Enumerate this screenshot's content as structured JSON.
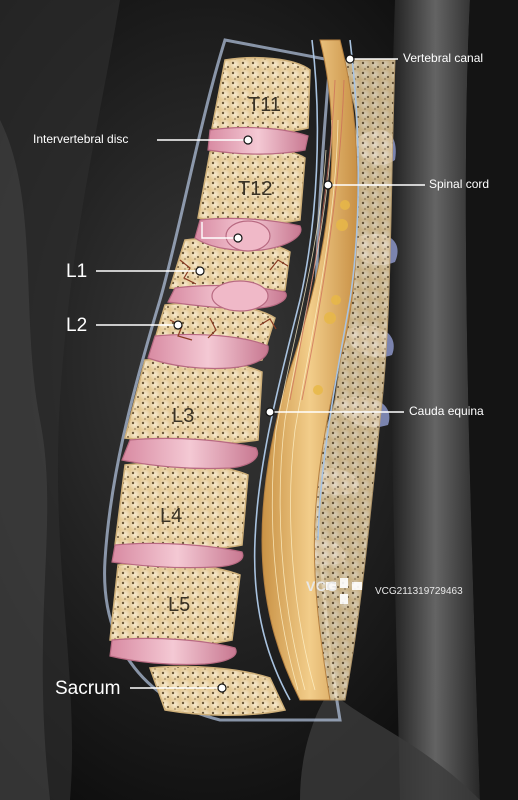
{
  "labels": {
    "vertebral_canal": "Vertebral canal",
    "intervertebral_disc": "Intervertebral disc",
    "spinal_cord": "Spinal cord",
    "l1": "L1",
    "l2": "L2",
    "cauda_equina": "Cauda equina",
    "sacrum": "Sacrum"
  },
  "vertebra_labels": {
    "t11": "T11",
    "t12": "T12",
    "l3": "L3",
    "l4": "L4",
    "l5": "L5"
  },
  "watermark": {
    "logo": "VCG",
    "id": "VCG211319729463"
  },
  "colors": {
    "background": "#0a0a0a",
    "bone": "#f2dfb5",
    "disc": "#e9a6b8",
    "spinal_cord": "#e7b36b",
    "nerve_blue": "#8b95c7",
    "label": "#ffffff"
  }
}
